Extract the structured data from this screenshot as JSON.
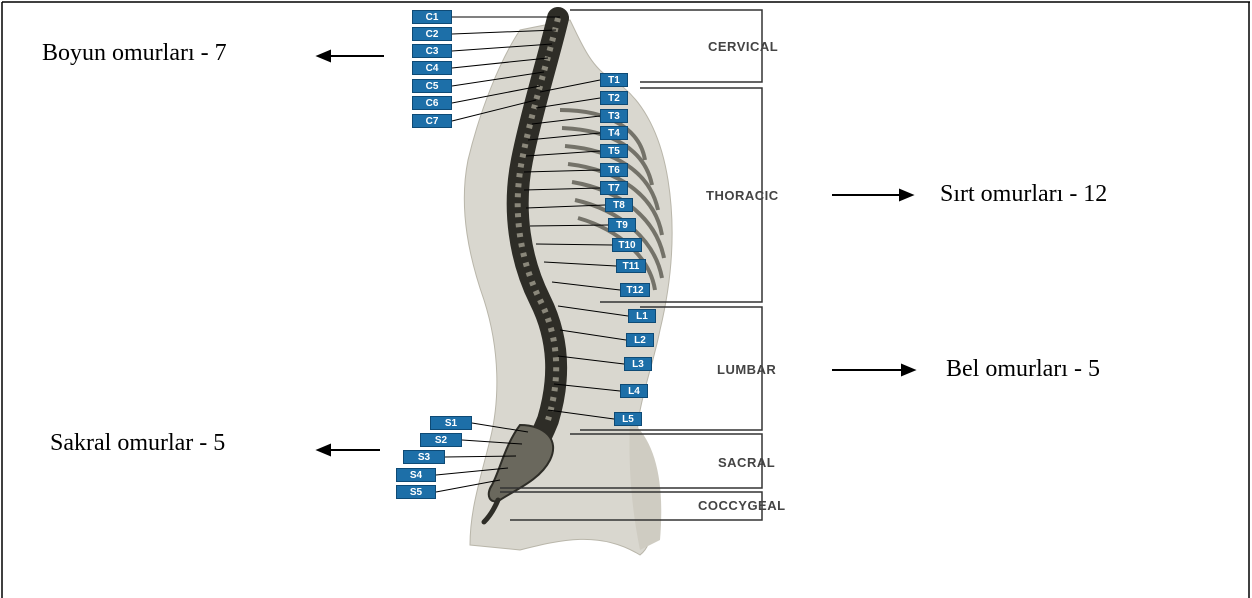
{
  "side_labels": {
    "cervical": "Boyun omurları - 7",
    "thoracic": "Sırt omurları - 12",
    "lumbar": "Bel omurları - 5",
    "sacral": "Sakral omurlar - 5"
  },
  "regions": {
    "cervical": "CERVICAL",
    "thoracic": "THORACIC",
    "lumbar": "LUMBAR",
    "sacral": "SACRAL",
    "coccygeal": "COCCYGEAL"
  },
  "vertebrae": {
    "cervical": [
      "C1",
      "C2",
      "C3",
      "C4",
      "C5",
      "C6",
      "C7"
    ],
    "thoracic": [
      "T1",
      "T2",
      "T3",
      "T4",
      "T5",
      "T6",
      "T7",
      "T8",
      "T9",
      "T10",
      "T11",
      "T12"
    ],
    "lumbar": [
      "L1",
      "L2",
      "L3",
      "L4",
      "L5"
    ],
    "sacral": [
      "S1",
      "S2",
      "S3",
      "S4",
      "S5"
    ]
  },
  "colors": {
    "tag_fill": "#1d6fa8",
    "bone": "#3a3a32",
    "body_silhouette": "#d9d7cf"
  }
}
